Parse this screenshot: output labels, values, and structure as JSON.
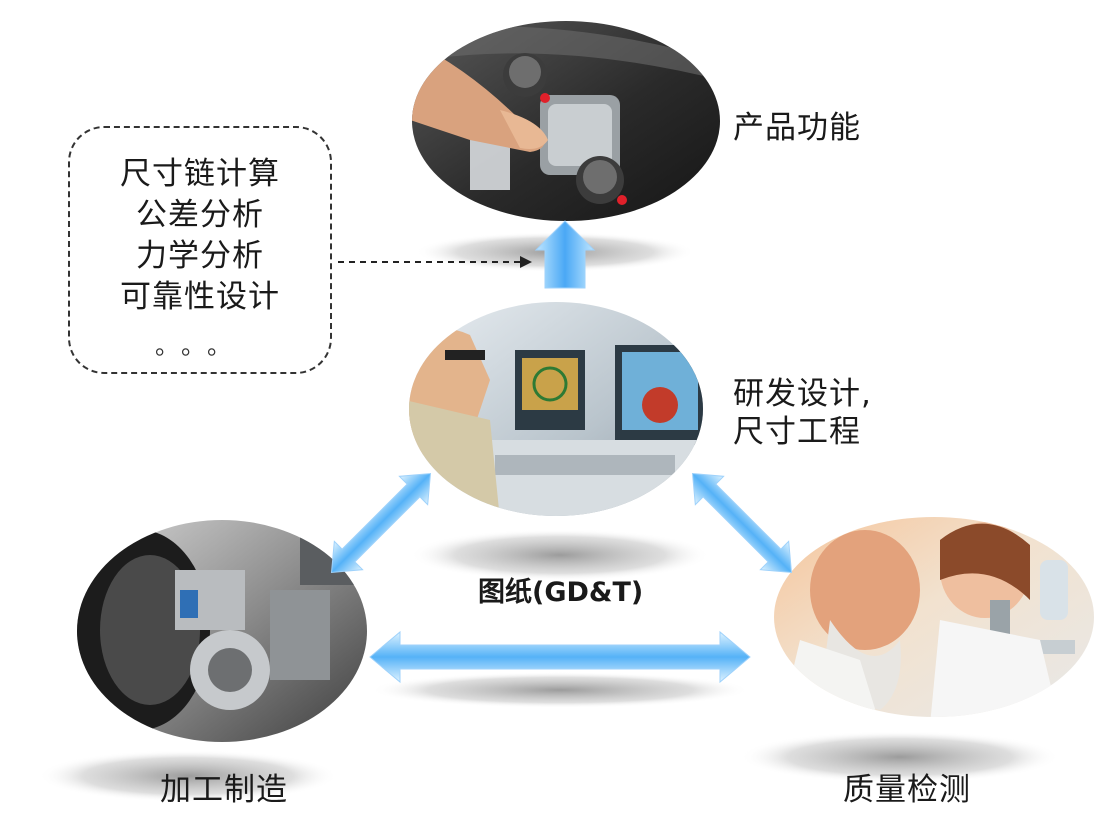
{
  "labels": {
    "product_function": "产品功能",
    "rd_design": "研发设计,",
    "dimension_eng": "尺寸工程",
    "drawing": "图纸(GD&T)",
    "manufacturing": "加工制造",
    "inspection": "质量检测"
  },
  "note": {
    "lines": [
      "尺寸链计算",
      "公差分析",
      "力学分析",
      "可靠性设计"
    ],
    "ellipsis": "。。。"
  },
  "colors": {
    "arrow_light": "#d6f0ff",
    "arrow_mid": "#7cc4ff",
    "arrow_dark": "#2f8fe6",
    "text": "#1a1a1a"
  },
  "icons": {
    "product_photo": "car-control-buttons-photo",
    "rd_photo": "engineer-cad-workstation-photo",
    "machining_photo": "cnc-lathe-photo",
    "inspection_photo": "microscope-inspection-photo"
  }
}
